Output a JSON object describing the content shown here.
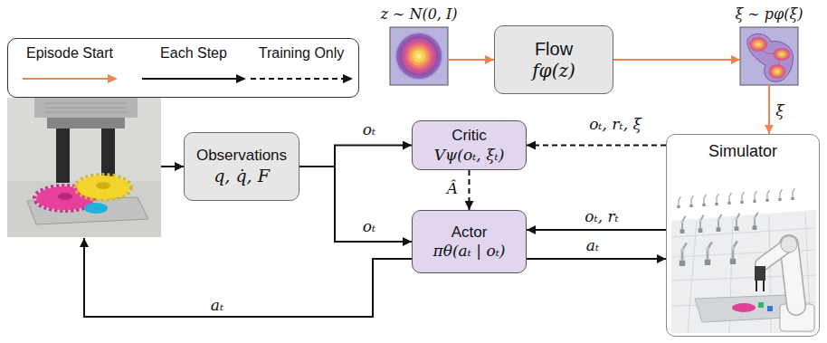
{
  "diagram": {
    "nodes": [
      {
        "text": [
          "z ∼ N(0, I)"
        ]
      },
      {
        "text": [
          "Flow",
          "fφ(z)"
        ]
      },
      {
        "text": [
          "ξ ∼ pφ(ξ)"
        ]
      },
      {
        "text": [
          "Observations",
          "q, q̇, F"
        ]
      },
      {
        "text": [
          "Critic",
          "Vψ(oₜ, ξₜ)"
        ]
      },
      {
        "text": [
          "Actor",
          "πθ(aₜ | oₜ)"
        ]
      },
      {
        "text": [
          "Simulator"
        ]
      }
    ],
    "edges": [
      {
        "from": 0,
        "to": 1,
        "arrow": "to"
      },
      {
        "from": 1,
        "to": 2,
        "arrow": "to"
      },
      {
        "from": 2,
        "to": 6,
        "label": "ξ",
        "arrow": "to"
      },
      {
        "from": 3,
        "to": 4,
        "label": "oₜ",
        "arrow": "to"
      },
      {
        "from": 3,
        "to": 5,
        "label": "oₜ",
        "arrow": "to"
      },
      {
        "from": 6,
        "to": 4,
        "label": "oₜ, rₜ, ξ",
        "arrow": "to"
      },
      {
        "from": 4,
        "to": 5,
        "label": "Â",
        "arrow": "to"
      },
      {
        "from": 6,
        "to": 5,
        "label": "oₜ, rₜ",
        "arrow": "to"
      },
      {
        "from": 5,
        "to": 6,
        "label": "aₜ",
        "arrow": "to"
      }
    ],
    "labels": [
      "aₜ"
    ],
    "legend": [
      {
        "text": "Episode Start"
      },
      {
        "text": "Each Step"
      },
      {
        "text": "Training Only"
      }
    ]
  }
}
